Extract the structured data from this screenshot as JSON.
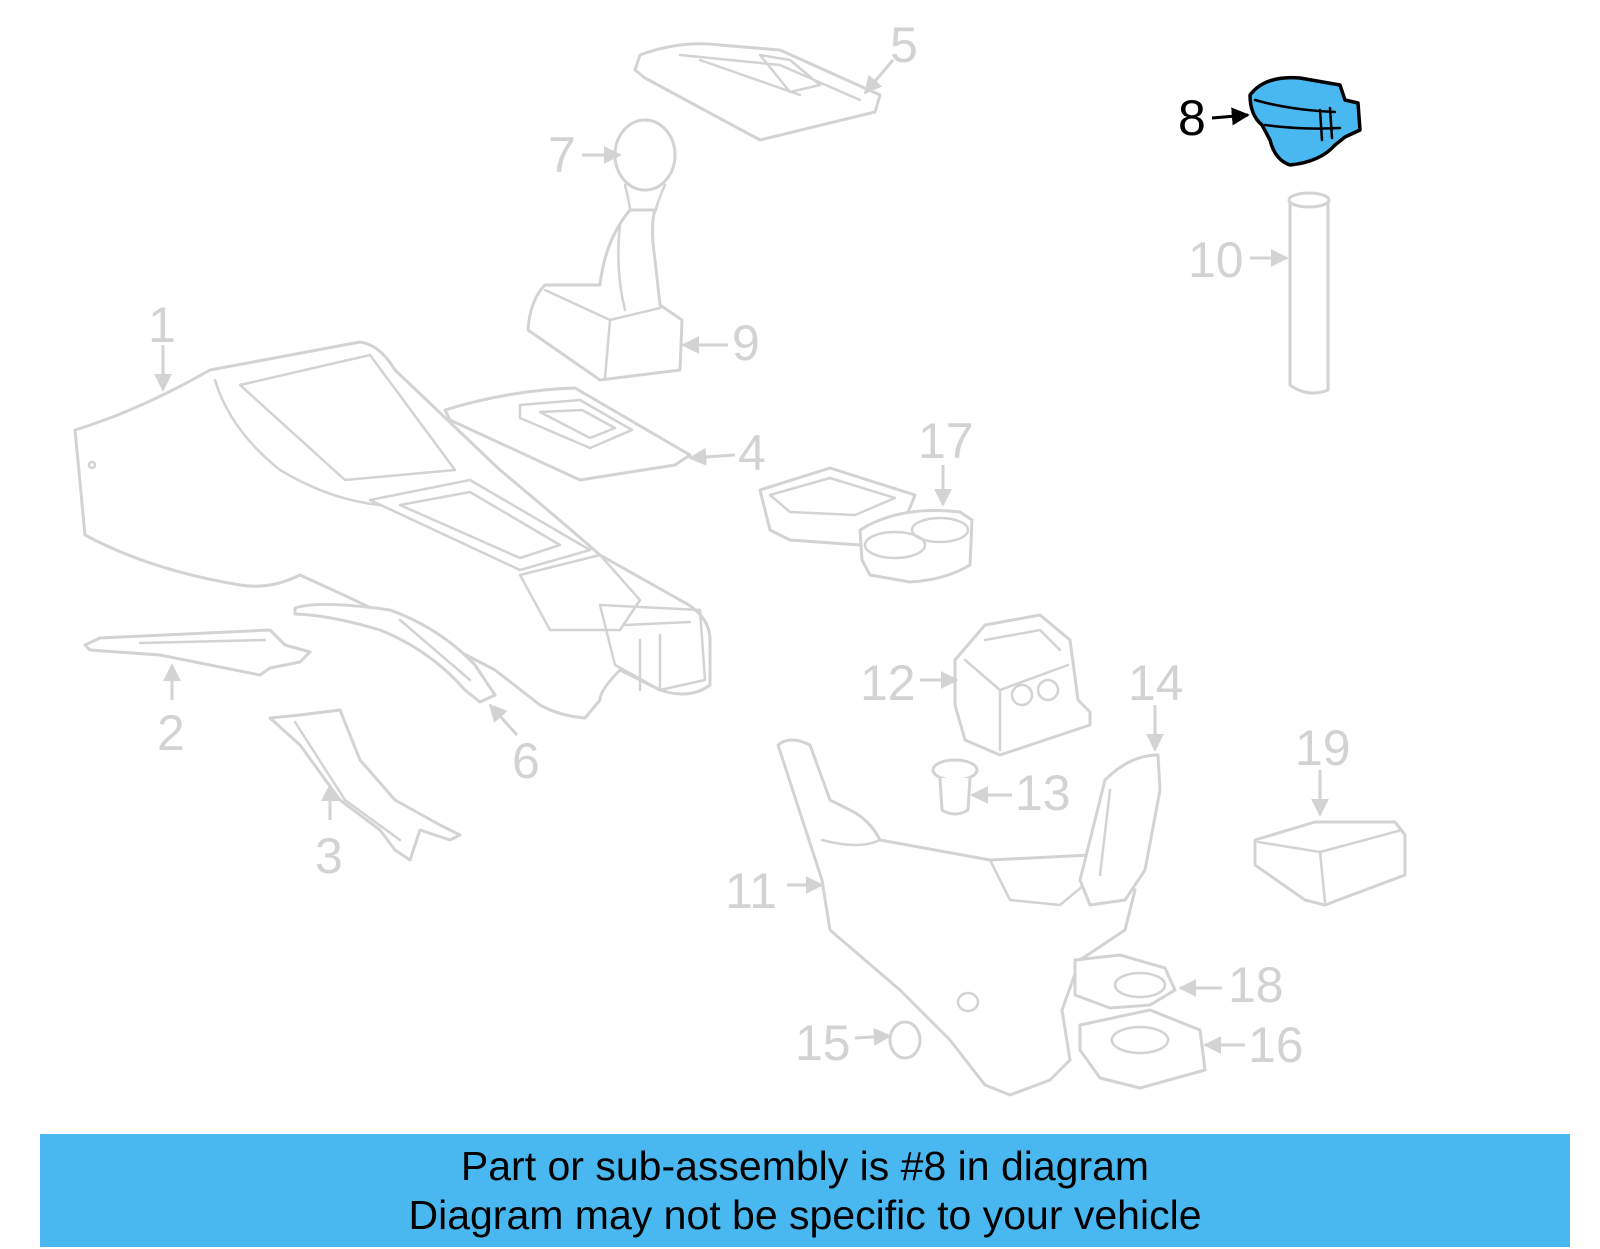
{
  "diagram": {
    "highlighted_part": "8",
    "colors": {
      "highlight": "#4ab8f0",
      "lineart": "#d3d3d3",
      "text": "#000000"
    },
    "callouts": [
      "1",
      "2",
      "3",
      "4",
      "5",
      "6",
      "7",
      "8",
      "9",
      "10",
      "11",
      "12",
      "13",
      "14",
      "15",
      "16",
      "17",
      "18",
      "19"
    ]
  },
  "banner": {
    "line1": "Part or sub-assembly is #8 in diagram",
    "line2": "Diagram may not be specific to your vehicle"
  }
}
